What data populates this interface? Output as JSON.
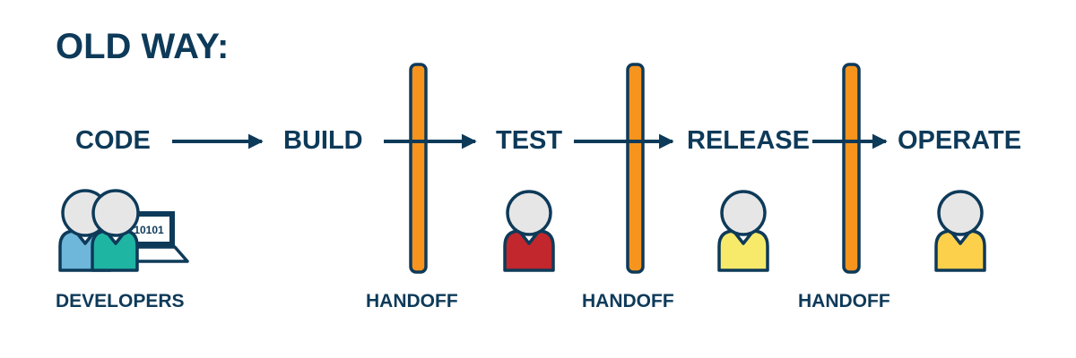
{
  "title": "OLD WAY:",
  "steps": [
    "CODE",
    "BUILD",
    "TEST",
    "RELEASE",
    "OPERATE"
  ],
  "developers": {
    "label": "DEVELOPERS",
    "screen_text": "10101"
  },
  "handoff_label": "HANDOFF",
  "colors": {
    "navy": "#0e3a59",
    "handoff_bar": "#f7941d",
    "dev1_shirt": "#6fb7da",
    "dev2_shirt": "#1fb5a3",
    "tester_shirt": "#c1272d",
    "releaser_shirt": "#f7ea6b",
    "operator_shirt": "#fcd04b",
    "head": "#e6e6e6"
  }
}
